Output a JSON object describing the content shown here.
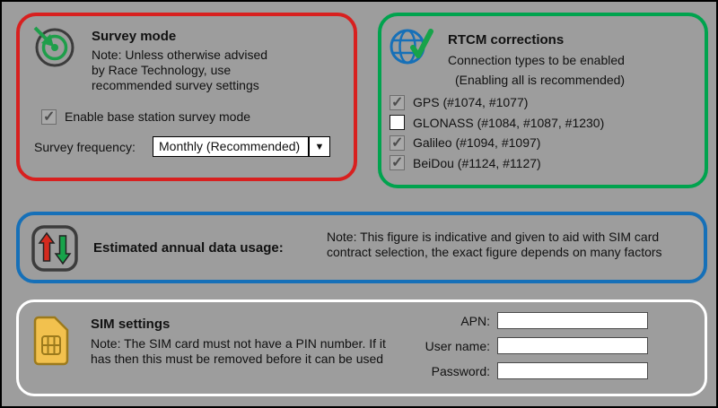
{
  "colors": {
    "background": "#9d9d9d",
    "survey_border": "#d8201f",
    "rtcm_border": "#00a34e",
    "data_usage_border": "#1670b8",
    "sim_border": "#ffffff"
  },
  "survey_panel": {
    "title": "Survey mode",
    "note_line1": "Note: Unless otherwise advised",
    "note_line2": "by Race Technology, use",
    "note_line3": "recommended survey settings",
    "enable_checkbox": {
      "label": "Enable base station survey mode",
      "checked": true
    },
    "frequency": {
      "label": "Survey frequency:",
      "value": "Monthly (Recommended)"
    }
  },
  "rtcm_panel": {
    "title": "RTCM corrections",
    "subtitle_line1": "Connection types to be enabled",
    "subtitle_line2": "(Enabling all is recommended)",
    "options": [
      {
        "label": "GPS (#1074, #1077)",
        "checked": true
      },
      {
        "label": "GLONASS (#1084, #1087, #1230)",
        "checked": false
      },
      {
        "label": "Galileo (#1094, #1097)",
        "checked": true
      },
      {
        "label": "BeiDou (#1124, #1127)",
        "checked": true
      }
    ]
  },
  "data_usage_panel": {
    "title": "Estimated annual data usage:",
    "note_line1": "Note: This figure is indicative and given to aid with SIM card",
    "note_line2": "contract selection, the exact figure depends on many factors"
  },
  "sim_panel": {
    "title": "SIM settings",
    "note_line1": "Note: The SIM card must not have a PIN number. If it",
    "note_line2": "has then this must be removed before it can be used",
    "fields": [
      {
        "label": "APN:",
        "value": ""
      },
      {
        "label": "User name:",
        "value": ""
      },
      {
        "label": "Password:",
        "value": ""
      }
    ]
  },
  "icons": {
    "dropdown_arrow": "▼"
  }
}
